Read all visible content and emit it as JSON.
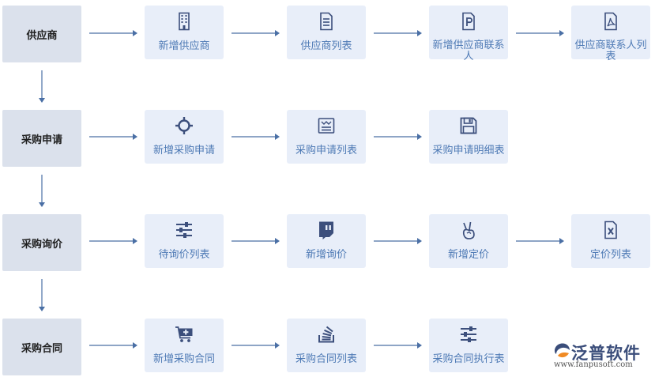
{
  "rows": [
    {
      "category": "供应商",
      "nodes": [
        {
          "label": "新增供应商",
          "icon": "building-icon"
        },
        {
          "label": "供应商列表",
          "icon": "document-icon"
        },
        {
          "label": "新增供应商联系人",
          "icon": "powerpoint-file-icon"
        },
        {
          "label": "供应商联系人列表",
          "icon": "pdf-file-icon"
        }
      ]
    },
    {
      "category": "采购申请",
      "nodes": [
        {
          "label": "新增采购申请",
          "icon": "crosshair-icon"
        },
        {
          "label": "采购申请列表",
          "icon": "list-box-icon"
        },
        {
          "label": "采购申请明细表",
          "icon": "floppy-disk-icon"
        }
      ]
    },
    {
      "category": "采购询价",
      "nodes": [
        {
          "label": "待询价列表",
          "icon": "sliders-icon"
        },
        {
          "label": "新增询价",
          "icon": "chat-bubble-icon"
        },
        {
          "label": "新增定价",
          "icon": "victory-hand-icon"
        },
        {
          "label": "定价列表",
          "icon": "excel-file-icon"
        }
      ]
    },
    {
      "category": "采购合同",
      "nodes": [
        {
          "label": "新增采购合同",
          "icon": "cart-plus-icon"
        },
        {
          "label": "采购合同列表",
          "icon": "stack-icon"
        },
        {
          "label": "采购合同执行表",
          "icon": "sliders-icon"
        }
      ]
    }
  ],
  "logo": {
    "brand": "泛普软件",
    "url": "www.fanpusoft.com"
  },
  "colors": {
    "category_bg": "#dbe1ec",
    "node_bg": "#e8eef9",
    "node_text": "#4e7ab5",
    "arrow": "#4a6fa5",
    "icon": "#3c4f7c"
  }
}
